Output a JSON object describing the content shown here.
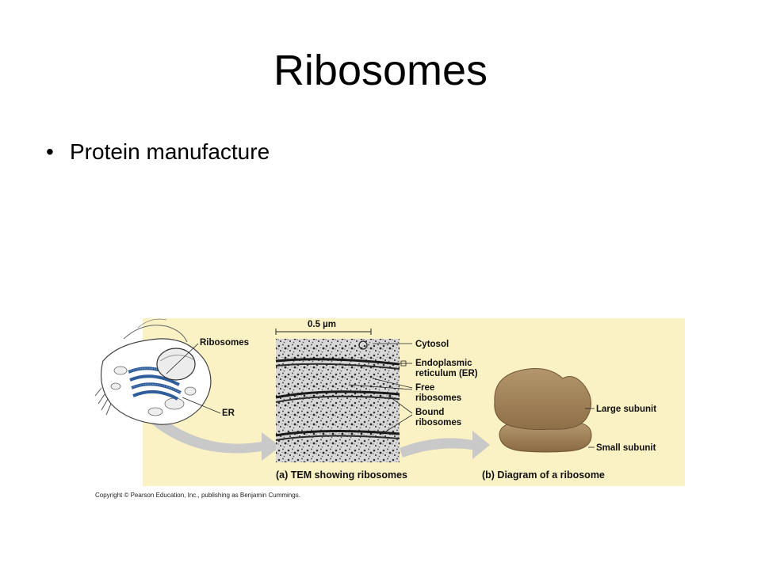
{
  "slide": {
    "title": "Ribosomes",
    "bullets": [
      "Protein manufacture"
    ]
  },
  "figure": {
    "scale_bar": "0.5 µm",
    "cell_labels": {
      "ribosomes": "Ribosomes",
      "er": "ER"
    },
    "tem_labels": {
      "cytosol": "Cytosol",
      "er_line1": "Endoplasmic",
      "er_line2": "reticulum (ER)",
      "free_line1": "Free",
      "free_line2": "ribosomes",
      "bound_line1": "Bound",
      "bound_line2": "ribosomes"
    },
    "ribosome_labels": {
      "large": "Large subunit",
      "small": "Small subunit"
    },
    "captions": {
      "a": "(a) TEM showing ribosomes",
      "b": "(b) Diagram of a ribosome"
    },
    "copyright": "Copyright © Pearson Education, Inc., publishing as Benjamin Cummings.",
    "colors": {
      "panel": "#faf1c4",
      "ribosome": "#a2825a",
      "er_blue": "#2e5d9a",
      "arrow": "#c9c9c9"
    }
  }
}
